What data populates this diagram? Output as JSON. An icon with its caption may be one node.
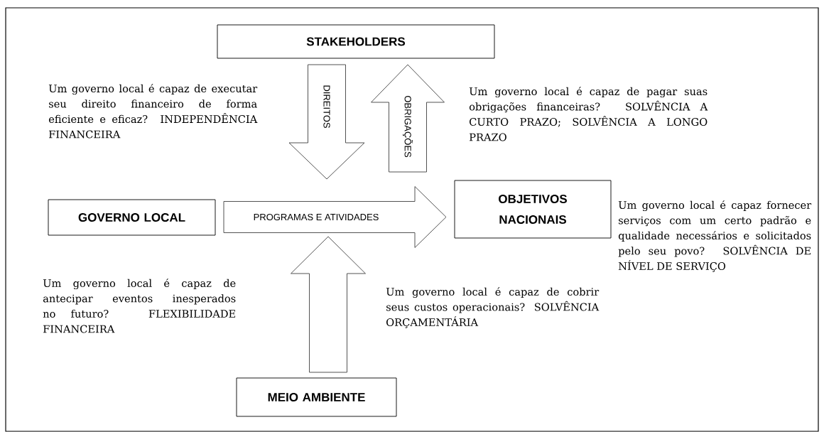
{
  "diagram": {
    "nodes": [
      {
        "text": [
          "STAKEHOLDERS"
        ]
      },
      {
        "text": [
          "GOVERNO LOCAL"
        ]
      },
      {
        "text": [
          "OBJETIVOS NACIONAIS"
        ]
      },
      {
        "text": [
          "MEIO AMBIENTE"
        ]
      }
    ],
    "edges": [
      {
        "from": 0,
        "to": null,
        "arrow": "to",
        "label": "DIREITOS"
      },
      {
        "from": null,
        "to": 0,
        "arrow": "to",
        "label": "OBRIGAÇÕES"
      },
      {
        "from": 1,
        "to": 2,
        "arrow": "to",
        "label": "PROGRAMAS E ATIVIDADES"
      },
      {
        "from": 3,
        "to": null,
        "arrow": "to"
      }
    ],
    "labels": [
      "Um governo local é capaz de executar seu direito financeiro de forma eficiente e eficaz? INDEPENDÊNCIA FINANCEIRA",
      "Um governo local é capaz de pagar suas obrigações financeiras? SOLVÊNCIA A CURTO PRAZO; SOLVÊNCIA A LONGO PRAZO",
      "Um governo local é capaz fornecer serviços com um certo padrão e qualidade necessários e solicitados pelo seu povo? SOLVÊNCIA DE NÍVEL DE SERVIÇO",
      "Um governo local é capaz de antecipar eventos inesperados no futuro? FLEXIBILIDADE FINANCEIRA",
      "Um governo local é capaz de cobrir seus custos operacionais? SOLVÊNCIA ORÇAMENTÁRIA"
    ]
  }
}
